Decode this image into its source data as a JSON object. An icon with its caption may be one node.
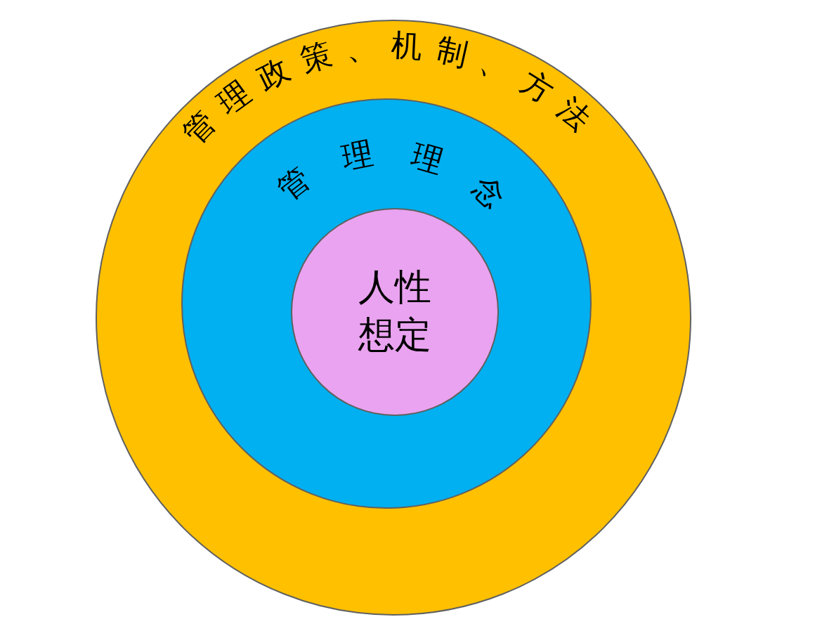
{
  "diagram": {
    "nodes": [
      {
        "text": [
          "管理政策、机制、方法"
        ]
      },
      {
        "text": [
          "管理理念"
        ],
        "in": 0
      },
      {
        "text": [
          "人性想定"
        ],
        "in": 1
      }
    ]
  }
}
